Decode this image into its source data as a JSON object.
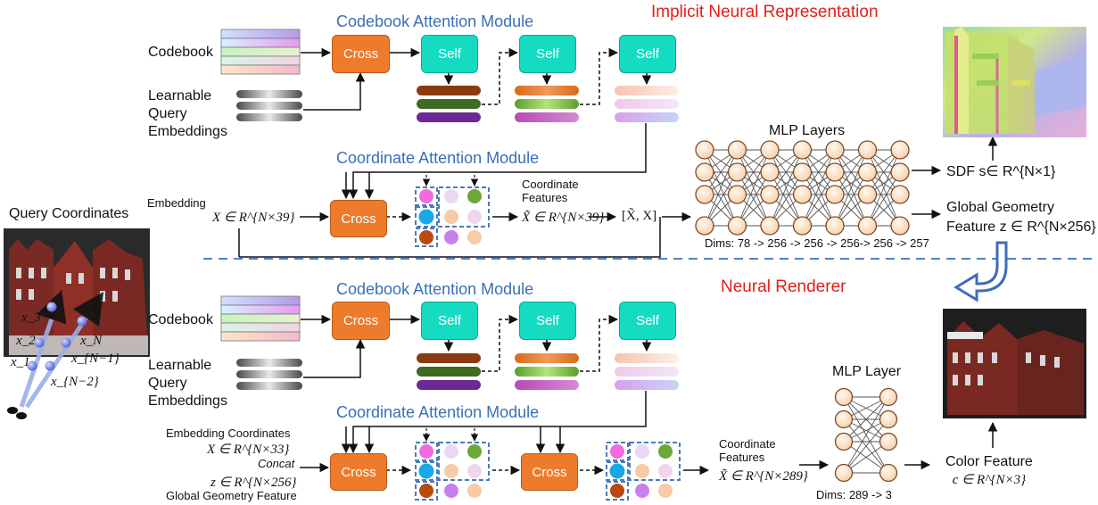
{
  "inr": {
    "section_title": "Implicit Neural Representation",
    "codebook_module_title": "Codebook Attention Module",
    "codebook_label": "Codebook",
    "query_emb_lines": [
      "Learnable",
      "Query",
      "Embeddings"
    ],
    "cross_label": "Cross",
    "self_label": "Self",
    "coord_module_title": "Coordinate Attention Module",
    "embedding_label": "Embedding",
    "x_formula": "X ∈ R^{N×39}",
    "coord_features_lines": [
      "Coordinate",
      "Features"
    ],
    "xtilde_formula": "X̃ ∈ R^{N×39}",
    "concat_formula": "[X̃, X]",
    "mlp_title": "MLP Layers",
    "dims": "Dims: 78 -> 256 -> 256 -> 256-> 256 -> 257",
    "sdf_label": "SDF s∈ R^{N×1}",
    "global_geometry_lines": [
      "Global Geometry",
      "Feature  z ∈ R^{N×256}"
    ]
  },
  "query_coords_label": "Query  Coordinates",
  "ray_labels": [
    "x_3",
    "x_2",
    "x_1",
    "x_N",
    "x_{N−1}",
    "x_{N−2}"
  ],
  "renderer": {
    "section_title": "Neural Renderer",
    "codebook_module_title": "Codebook Attention Module",
    "codebook_label": "Codebook",
    "query_emb_lines": [
      "Learnable",
      "Query",
      "Embeddings"
    ],
    "cross_label": "Cross",
    "self_label": "Self",
    "coord_module_title": "Coordinate Attention Module",
    "embedding_coords_label": "Embedding  Coordinates",
    "x_formula": "X ∈ R^{N×33}",
    "concat_label": "Concat",
    "z_formula": "z ∈ R^{N×256}",
    "global_geometry_label": "Global Geometry Feature",
    "coord_features_lines": [
      "Coordinate",
      "Features"
    ],
    "xtilde_formula": "X̃ ∈ R^{N×289}",
    "mlp_title": "MLP Layer",
    "dims": "Dims: 289  -> 3",
    "color_feature_lines": [
      "Color Feature",
      "c ∈ R^{N×3}"
    ]
  },
  "colors": {
    "cross": "#ee7b2c",
    "self": "#16dbc3",
    "section_title": "#e0201a",
    "module_title": "#3a6fb8",
    "dashed_separator": "#4a86c8"
  }
}
